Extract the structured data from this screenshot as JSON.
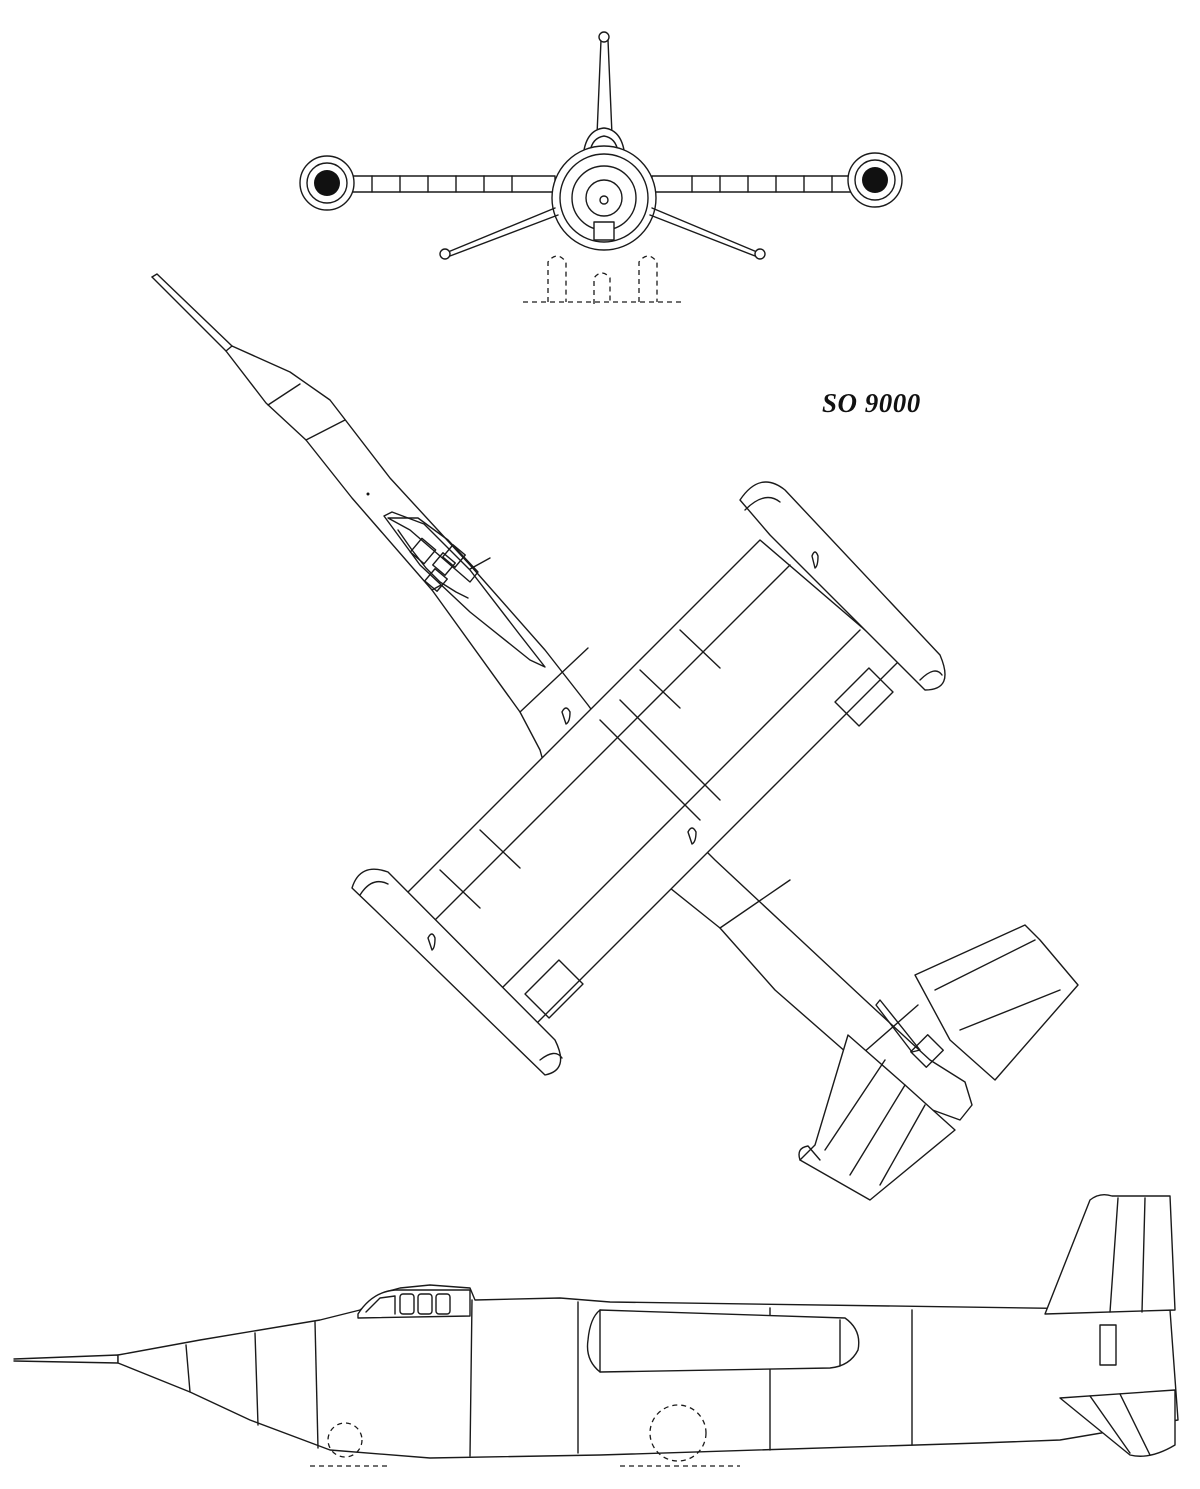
{
  "drawing": {
    "title": "SO 9000",
    "views": [
      "front",
      "top",
      "side"
    ]
  },
  "colors": {
    "line": "#1a1a1a",
    "background": "#ffffff"
  }
}
